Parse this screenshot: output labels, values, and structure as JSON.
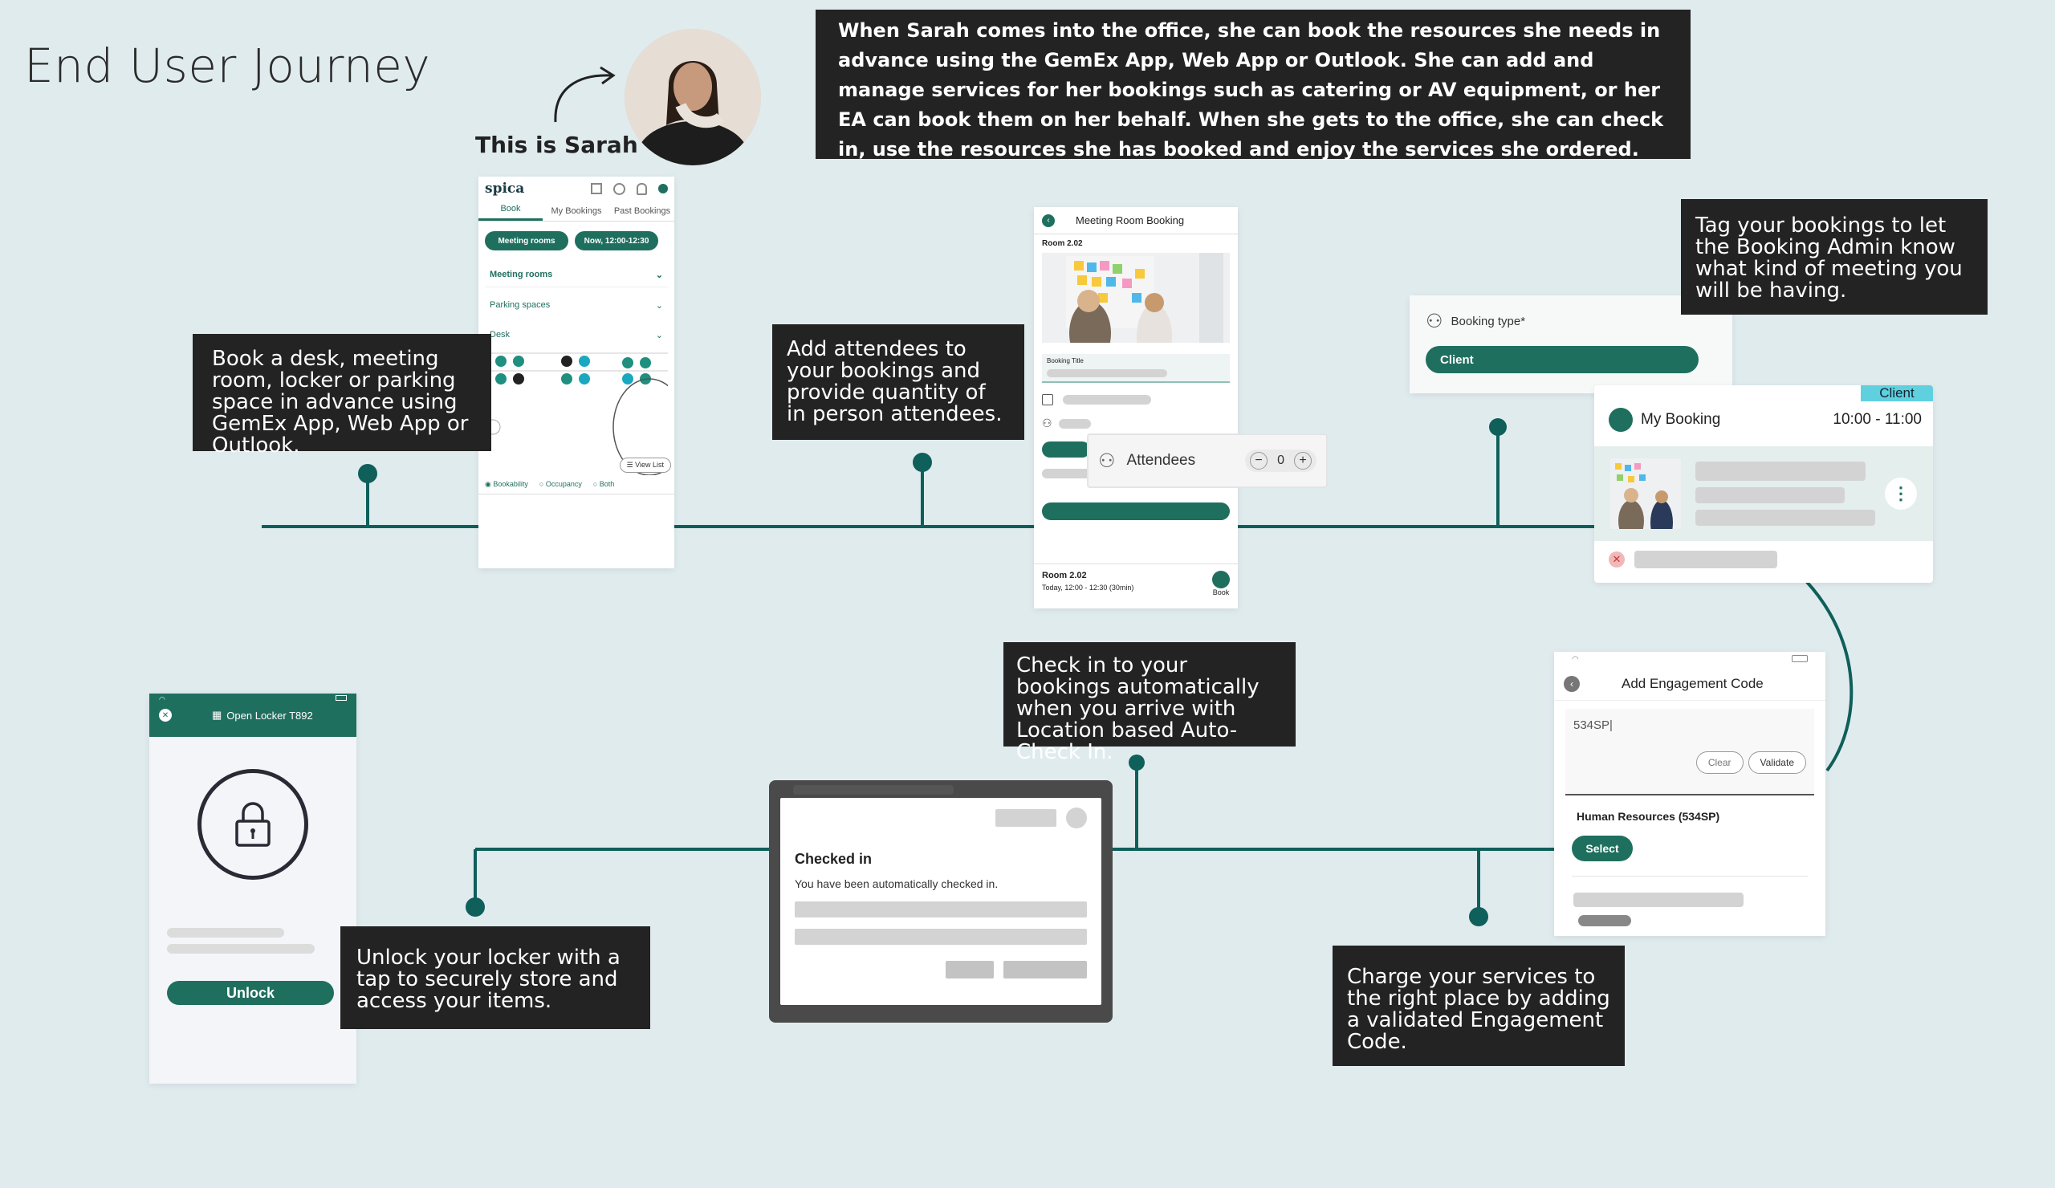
{
  "title": "End User Journey",
  "intro": "When Sarah comes into the office, she can book the resources she needs in advance using the GemEx App, Web App or Outlook. She can add and manage services for her bookings such as catering or AV equipment, or her EA can book them on her behalf. When she gets to the office, she can check in, use the resources she has booked and enjoy the services she ordered.",
  "sarah_label": "This is Sarah",
  "callouts": {
    "book": "Book a desk, meeting room, locker or parking space in advance using GemEx App, Web App or Outlook.",
    "attendees": "Add attendees to your bookings and provide quantity of in person attendees.",
    "tag": "Tag your bookings to let the Booking Admin know what kind of meeting you will be having.",
    "checkin": "Check in to your bookings automatically when you arrive with Location based Auto-Check In.",
    "unlock": "Unlock your locker with a tap to securely store and access your items.",
    "charge": "Charge your services to the right place by adding a validated Engagement Code."
  },
  "booking_app": {
    "logo": "spica",
    "tabs": [
      "Book",
      "My Bookings",
      "Past Bookings"
    ],
    "filter_type": "Meeting rooms",
    "filter_time": "Now, 12:00-12:30",
    "sections": [
      "Meeting rooms",
      "Parking spaces",
      "Desk"
    ],
    "view_list": "View List",
    "radios": [
      "Bookability",
      "Occupancy",
      "Both"
    ]
  },
  "meeting_room": {
    "header": "Meeting Room Booking",
    "room": "Room 2.02",
    "booking_title_label": "Booking Title",
    "attendees_label": "Attendees",
    "attendees_count": "0",
    "footer_room": "Room 2.02",
    "footer_time": "Today, 12:00 - 12:30 (30min)",
    "book_label": "Book"
  },
  "booking_type": {
    "label": "Booking type*",
    "value": "Client"
  },
  "my_booking": {
    "tag": "Client",
    "title": "My Booking",
    "time": "10:00 - 11:00"
  },
  "engagement": {
    "header": "Add Engagement Code",
    "input_value": "534SP|",
    "clear": "Clear",
    "validate": "Validate",
    "result": "Human Resources (534SP)",
    "select": "Select"
  },
  "checked_in": {
    "title": "Checked in",
    "message": "You have been automatically checked in."
  },
  "locker": {
    "header": "Open Locker T892",
    "unlock": "Unlock"
  },
  "colors": {
    "background": "#e0ebee",
    "teal": "#1f6f5f",
    "line": "#0f5f5a",
    "callout": "#232323",
    "client_tag": "#5fd0de"
  }
}
